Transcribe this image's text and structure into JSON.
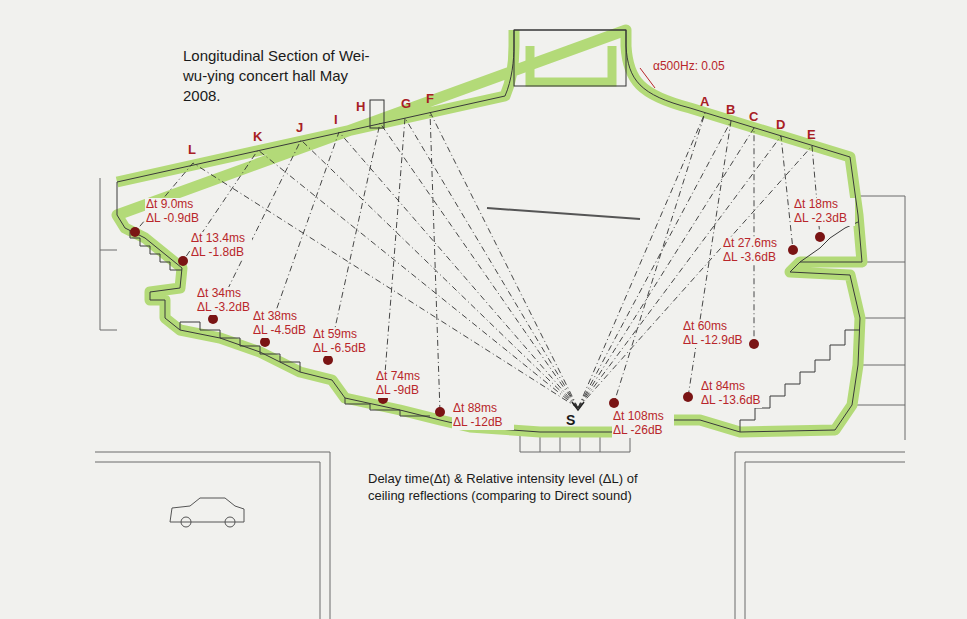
{
  "diagram": {
    "title": "Longitudinal Section of Wei-wu-ying concert hall May 2008.",
    "caption": "Delay time(Δt) & Relative intensity level (ΔL) of ceiling reflections (comparing to Direct sound)",
    "labels": [
      "L",
      "K",
      "J",
      "I",
      "H",
      "G",
      "F",
      "A",
      "B",
      "C",
      "D",
      "E",
      "α500Hz: 0.05",
      "Δt 9.0ms ΔL -0.9dB",
      "Δt 13.4ms ΔL -1.8dB",
      "Δt 34ms ΔL -3.2dB",
      "Δt 38ms ΔL -4.5dB",
      "Δt 59ms ΔL -6.5dB",
      "Δt 74ms ΔL -9dB",
      "Δt 88ms ΔL -12dB",
      "Δt 18ms ΔL -2.3dB",
      "Δt 27.6ms ΔL -3.6dB",
      "Δt 60ms ΔL -12.9dB",
      "Δt 84ms ΔL -13.6dB",
      "Δt 108ms ΔL -26dB",
      "S"
    ]
  }
}
